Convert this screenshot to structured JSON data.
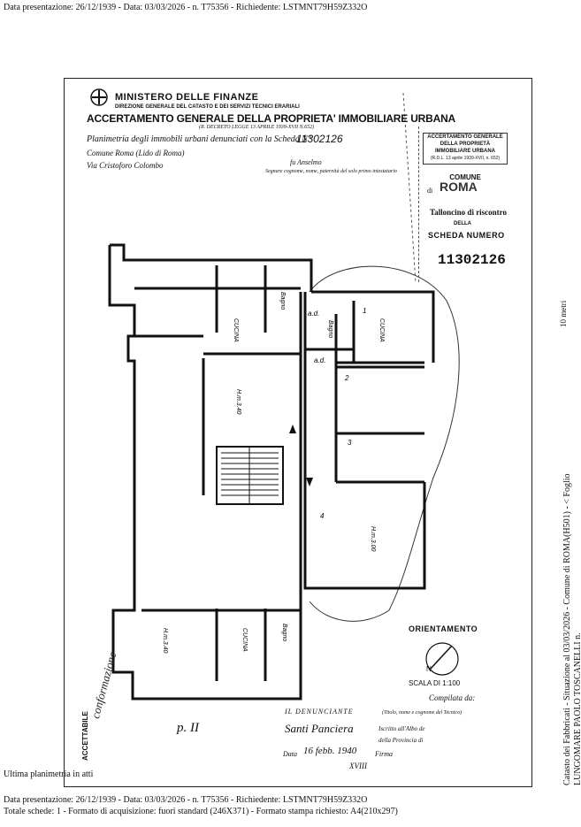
{
  "header_line": "Data presentazione: 26/12/1939 - Data: 03/03/2026 - n. T75356 - Richiedente: LSTMNT79H59Z332O",
  "form": {
    "ministero": "MINISTERO DELLE FINANZE",
    "direzione": "DIREZIONE GENERALE DEL CATASTO E DEI SERVIZI TECNICI ERARIALI",
    "accertamento": "ACCERTAMENTO GENERALE DELLA PROPRIETA' IMMOBILIARE URBANA",
    "decreto": "(R. DECRETO LEGGE 13 APRILE 1939-XVII N.652)",
    "planimetria_label": "Planimetria degli immobili urbani denunciati con la Scheda N°",
    "scheda_number": "11302126",
    "comune_line": "Comune Roma (Lido di Roma)",
    "via_line": "Via Cristoforo Colombo",
    "firma_small": "fu Anselmo",
    "segnare": "Segnare cognome, nome, paternità del solo primo intestatario"
  },
  "talloncino": {
    "box_title": "ACCERTAMENTO GENERALE DELLA PROPRIETÀ IMMOBILIARE URBANA",
    "box_rdl": "(R.D.L. 13 aprile 1939-XVII, n. 652)",
    "comune": "COMUNE",
    "di": "di",
    "roma": "ROMA",
    "talloncino": "Talloncino di riscontro",
    "della": "DELLA",
    "scheda": "SCHEDA NUMERO",
    "number": "11302126"
  },
  "plan_labels": {
    "cucina1": "CUCINA",
    "bagno1": "Bagno",
    "ad1": "a.d.",
    "ad2": "a.d.",
    "bagno2": "Bagno",
    "cucina2": "CUCINA",
    "n1": "1",
    "n2": "2",
    "n3": "3",
    "n4": "4",
    "hm1": "H.m.3.40",
    "hm2": "H.m.3.00",
    "hm3": "H.m.3.40",
    "cucina3": "CUCINA",
    "bagno3": "Bagno"
  },
  "orientamento": "ORIENTAMENTO",
  "north": "N",
  "scala": "SCALA DI 1:100",
  "compilata": "Compilata da:",
  "denunciante": "IL DENUNCIANTE",
  "titolo": "(Titolo, nome e cognome del Tecnico)",
  "iscritto": "Iscritto all'Albo de",
  "provincia": "della Provincia di",
  "data_label": "Data",
  "data_value": "16 febb. 1940",
  "firma_label": "Firma",
  "xviii": "XVIII",
  "signature": "Santi Panciera",
  "piano": "p. II",
  "accettabile": "ACCETTABILE",
  "side_script": "conformazione",
  "scale_side": "10 metri",
  "side_text_1": "Catasto dei Fabbricati - Situazione al 03/03/2026 - Comune di ROMA(H501) - < Foglio",
  "side_text_2": "LUNGOMARE PAOLO TOSCANELLI n.",
  "ultima": "Ultima planimetria in atti",
  "footer_line_1": "Data presentazione: 26/12/1939 - Data: 03/03/2026 - n. T75356 - Richiedente: LSTMNT79H59Z332O",
  "footer_line_2": "Totale schede: 1 - Formato di acquisizione: fuori standard (246X371) - Formato stampa richiesto: A4(210x297)"
}
